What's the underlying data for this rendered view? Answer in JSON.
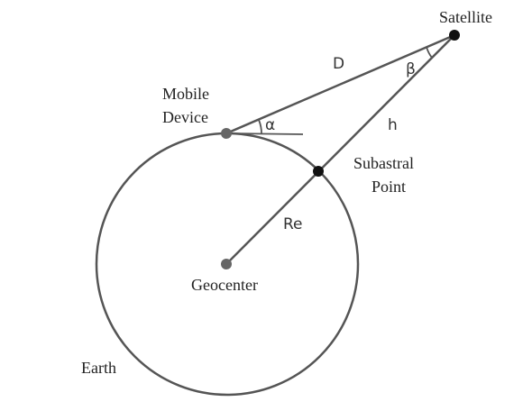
{
  "labels": {
    "satellite": "Satellite",
    "mobile_line1": "Mobile",
    "mobile_line2": "Device",
    "subastral_line1": "Subastral",
    "subastral_line2": "Point",
    "geocenter": "Geocenter",
    "earth": "Earth"
  },
  "symbols": {
    "distance": "D",
    "height": "h",
    "radius": "Re",
    "alpha": "α",
    "beta": "β"
  },
  "colors": {
    "stroke": "#555555",
    "point_dark": "#111111",
    "point_gray": "#666666"
  }
}
